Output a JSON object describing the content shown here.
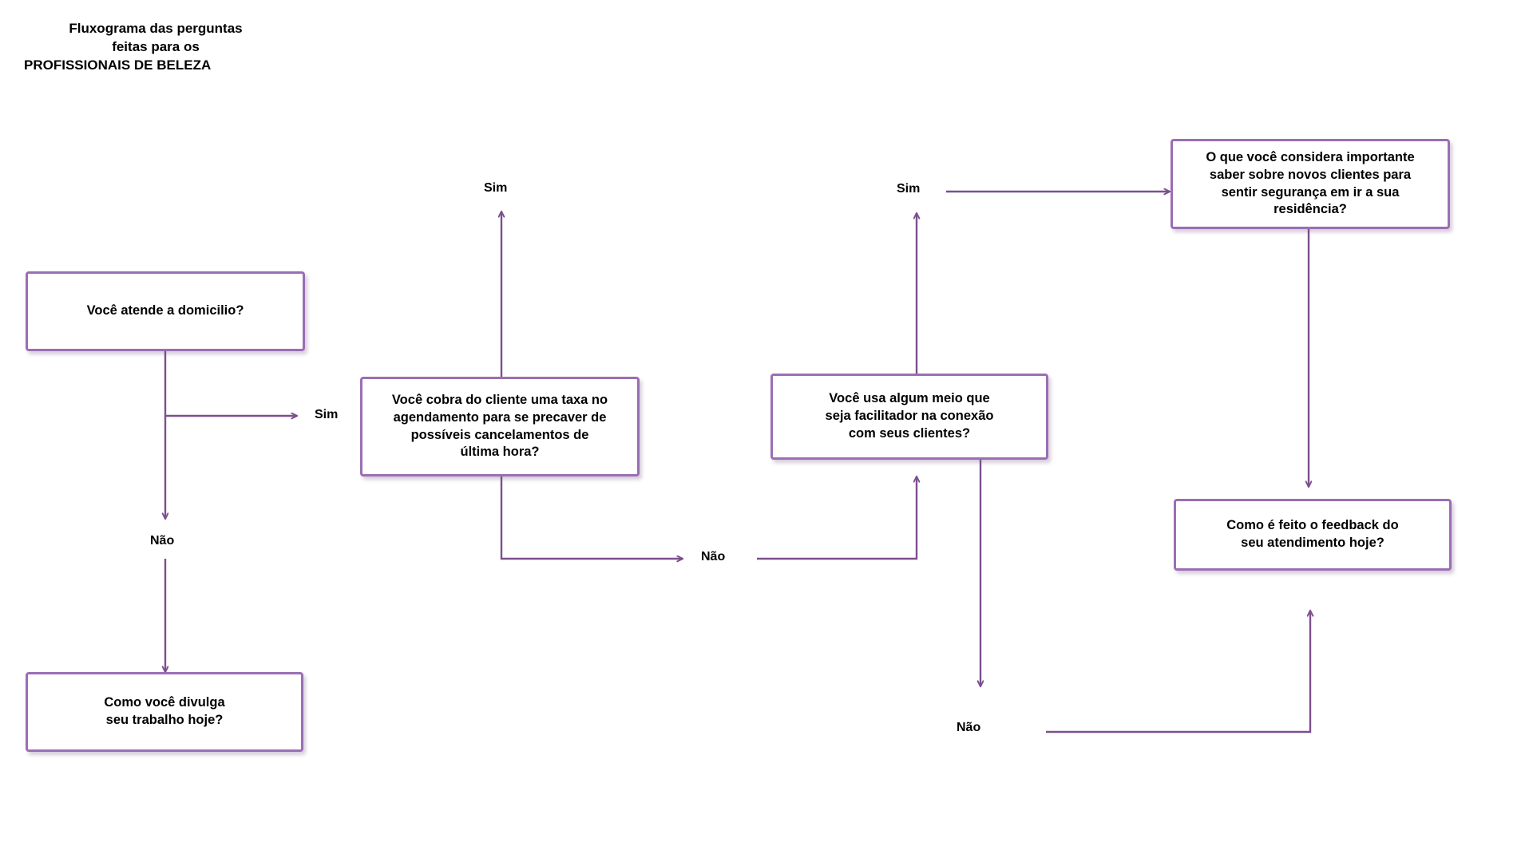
{
  "title": {
    "line1": "Fluxograma das perguntas",
    "line2": "feitas para os",
    "line3": "PROFISSIONAIS DE BELEZA"
  },
  "colors": {
    "node_border": "#9b6eb4",
    "connector": "#7c4f8e",
    "node_fill": "#ffffff",
    "text": "#000000",
    "background": "#ffffff"
  },
  "nodes": [
    {
      "id": "atende-domicilio",
      "text": "Você atende a domicilio?"
    },
    {
      "id": "taxa-agendamento",
      "text": "Você cobra do cliente uma taxa no\nagendamento para se precaver de\npossíveis  cancelamentos de\núltima hora?"
    },
    {
      "id": "meio-facilitador",
      "text": "Você usa algum meio que\nseja facilitador na conexão\ncom seus clientes?"
    },
    {
      "id": "novos-clientes-seguranca",
      "text": "O que você considera importante\nsaber sobre novos clientes para\nsentir segurança em ir a sua\nresidência?"
    },
    {
      "id": "feedback-atendimento",
      "text": "Como é feito o feedback do\nseu atendimento hoje?"
    },
    {
      "id": "divulga-trabalho",
      "text": "Como você divulga\nseu trabalho hoje?"
    }
  ],
  "edge_labels": [
    {
      "id": "sim-domicilio",
      "text": "Sim"
    },
    {
      "id": "nao-domicilio",
      "text": "Não"
    },
    {
      "id": "sim-taxa",
      "text": "Sim"
    },
    {
      "id": "nao-taxa",
      "text": "Não"
    },
    {
      "id": "sim-meio",
      "text": "Sim"
    },
    {
      "id": "nao-meio",
      "text": "Não"
    }
  ]
}
